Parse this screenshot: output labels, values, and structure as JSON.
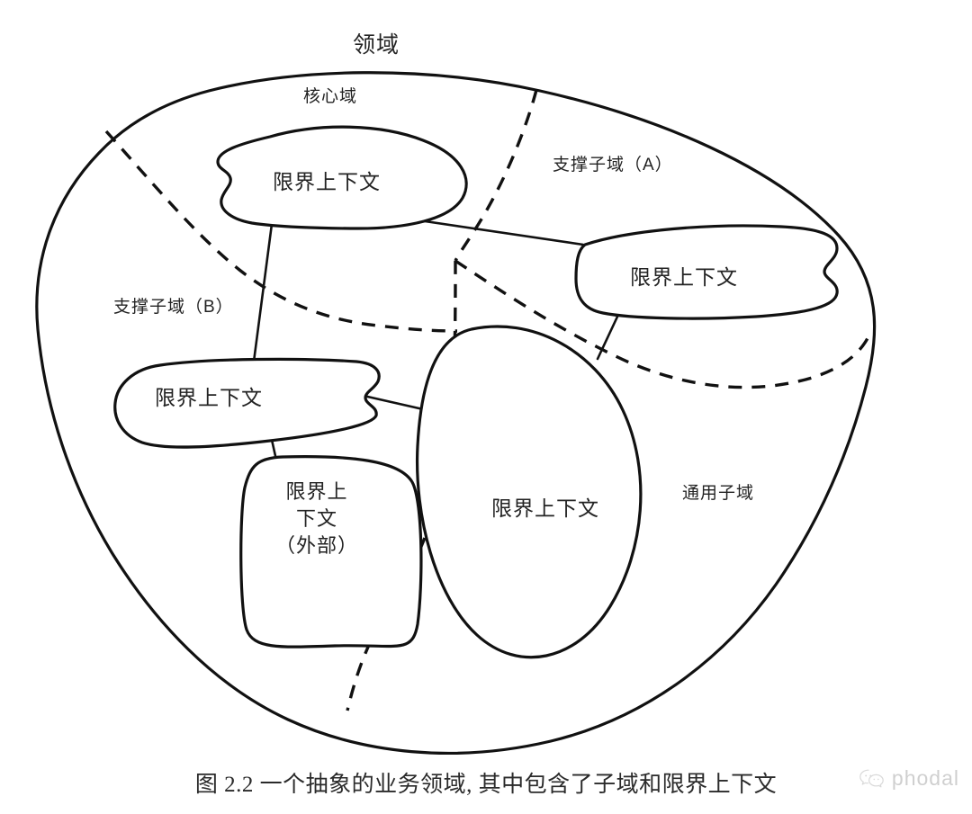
{
  "figure": {
    "title": "领域",
    "caption": "图 2.2  一个抽象的业务领域, 其中包含了子域和限界上下文"
  },
  "regions": [
    {
      "id": "core-domain",
      "label": "核心域"
    },
    {
      "id": "supporting-a",
      "label": "支撑子域（A）"
    },
    {
      "id": "supporting-b",
      "label": "支撑子域（B）"
    },
    {
      "id": "generic-subdomain",
      "label": "通用子域"
    }
  ],
  "bounded_contexts": [
    {
      "id": "bc-top",
      "label": "限界上下文"
    },
    {
      "id": "bc-right",
      "label": "限界上下文"
    },
    {
      "id": "bc-left",
      "label": "限界上下文"
    },
    {
      "id": "bc-center",
      "label": "限界上下文"
    },
    {
      "id": "bc-external",
      "line1": "限界上",
      "line2": "下文",
      "line3": "（外部）"
    }
  ],
  "watermark": {
    "text": "phodal",
    "icon": "wechat-icon"
  },
  "colors": {
    "stroke": "#111111",
    "background": "#ffffff",
    "text": "#232323"
  }
}
